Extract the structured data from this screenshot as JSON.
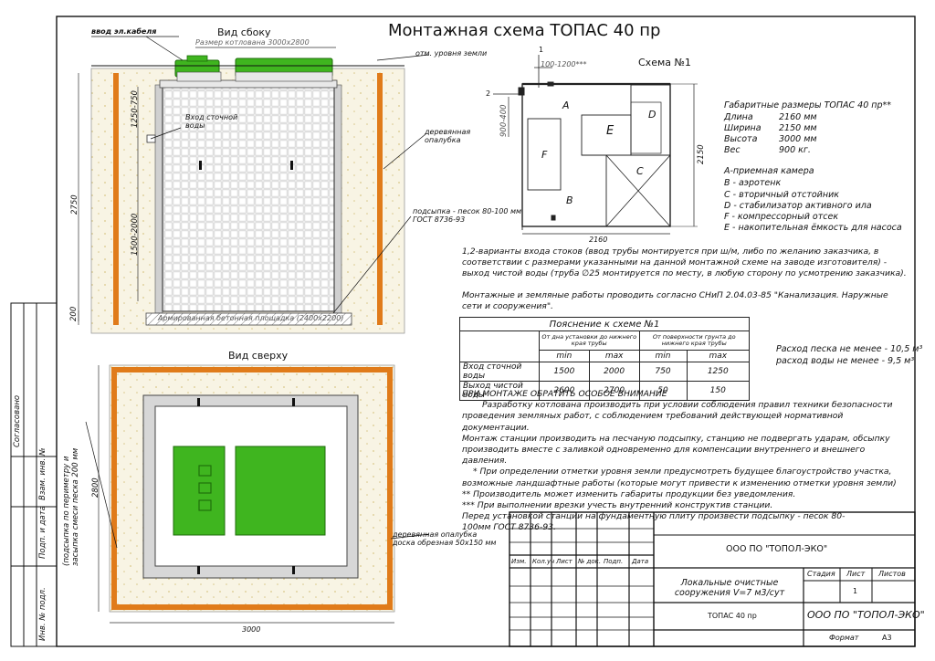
{
  "title": "Монтажная схема ТОПАС 40 пр",
  "side_view": {
    "heading": "Вид сбоку",
    "pit_size": "Размер котлована 3000х2800",
    "cable_entry": "ввод эл.кабеля",
    "ground_level": "отм. уровня земли",
    "sewage_inlet": "Вход сточной воды",
    "formwork": "деревянная опалубка",
    "sand_bedding": "подсыпка - песок 80-100 мм ГОСТ 8736-93",
    "concrete_pad": "Армированная бетонная площадка (2400х2200)",
    "dim_total": "2750",
    "dim_upper": "1250-750",
    "dim_lower": "1500-2000",
    "dim_base": "200"
  },
  "top_view": {
    "heading": "Вид сверху",
    "formwork": "деревянная опалубка доска обрезная 50х150 мм",
    "sand_note": "(подсыпка по периметру и засыпка смеси песка 200 мм",
    "dim_width": "3000",
    "dim_depth": "2800"
  },
  "scheme1": {
    "heading": "Схема №1",
    "marker1": "1",
    "marker2": "2",
    "offset": "100-1200***",
    "side_dim": "900-400",
    "dim_width": "2160",
    "dim_height": "2150",
    "zones": [
      "A",
      "B",
      "C",
      "D",
      "E",
      "F"
    ]
  },
  "specs": {
    "title": "Габаритные размеры ТОПАС 40 пр**",
    "rows": [
      {
        "k": "Длина",
        "v": "2160 мм"
      },
      {
        "k": "Ширина",
        "v": "2150 мм"
      },
      {
        "k": "Высота",
        "v": "3000 мм"
      },
      {
        "k": "Вес",
        "v": "900 кг."
      }
    ],
    "legend": [
      "А-приемная камера",
      "В - аэротенк",
      "С - вторичный отстойник",
      "D - стабилизатор активного ила",
      "F - компрессорный отсек",
      "Е - накопительная ёмкость для насоса"
    ]
  },
  "notes": {
    "variants": "1,2-варианты входа стоков (ввод трубы монтируется при ш/м, либо по желанию заказчика, в соответствии с размерами указанными на данной монтажной схеме на заводе изготовителя) - выход чистой воды (труба ∅25 монтируется по месту, в любую сторону по усмотрению заказчика).",
    "works": "Монтажные и земляные работы проводить согласно СНиП 2.04.03-85 \"Канализация. Наружные сети и сооружения\".",
    "sand": "Расход песка не менее - 10,5 м³",
    "water": "расход воды не менее - 9,5 м³",
    "attention_title": "ПРИ МОНТАЖЕ ОБРАТИТЬ ОСОБОЕ ВНИМАНИЕ",
    "attention": [
      "Разработку котлована производить при условии соблюдения правил техники безопасности проведения земляных работ, с соблюдением требований действующей нормативной документации.",
      "Монтаж станции производить на песчаную подсыпку, станцию не подвергать ударам, обсыпку производить вместе с заливкой одновременно для компенсации внутреннего и внешнего давления.",
      "* При определении отметки уровня земли предусмотреть будущее благоустройство участка, возможные ландшафтные работы (которые могут привести к изменению отметки уровня земли)",
      "** Производитель может изменить габариты продукции без уведомления.",
      "*** При выполнении врезки учесть внутренний конструктив станции.",
      "Перед установкой станции на фундаментную плиту произвести подсыпку - песок 80-100мм ГОСТ 8736-93."
    ]
  },
  "table": {
    "caption": "Пояснение к схеме №1",
    "group1": "От дна установки до нижнего края трубы",
    "group2": "От поверхности грунта до нижнего края трубы",
    "sub": [
      "min",
      "max",
      "min",
      "max"
    ],
    "rows": [
      {
        "label": "Вход сточной воды",
        "vals": [
          "1500",
          "2000",
          "750",
          "1250"
        ]
      },
      {
        "label": "Выход чистой воды",
        "vals": [
          "2600",
          "2700",
          "50",
          "150"
        ]
      }
    ]
  },
  "stamp": {
    "company_top": "ООО ПО \"ТОПОЛ-ЭКО\"",
    "cols": [
      "Изм.",
      "Кол.уч",
      "Лист",
      "№ док.",
      "Подп.",
      "Дата"
    ],
    "stage": "Стадия",
    "sheet": "Лист",
    "sheets": "Листов",
    "sheet_no": "1",
    "object": "Локальные очистные сооружения V=7 м3/сут",
    "product": "ТОПАС 40 пр",
    "company_bottom": "ООО ПО \"ТОПОЛ-ЭКО\"",
    "format_label": "Формат",
    "format_value": "А3"
  },
  "left_strip": {
    "agreed": "Согласовано",
    "inv_repl": "Взам. инв. №",
    "sign_date": "Подп. и дата",
    "inv_orig": "Инв. № подл."
  },
  "colors": {
    "green": "#3fb51f",
    "orange": "#e07b1a",
    "sand": "#f7f3e3",
    "wall": "#d8d8d8"
  }
}
